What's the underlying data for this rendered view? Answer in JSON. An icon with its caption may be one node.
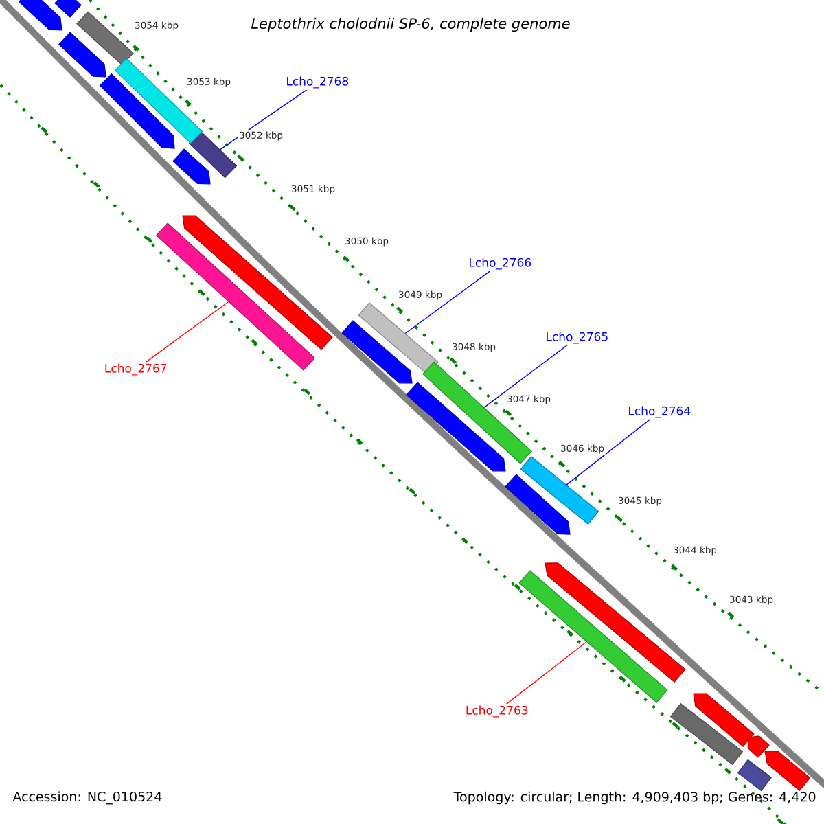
{
  "diagram": {
    "title": "Leptothrix cholodnii SP-6, complete genome",
    "nodes": [
      {
        "text": [
          "Lcho_2768"
        ]
      },
      {
        "text": [],
        "shape": "bar"
      },
      {
        "text": [
          "Lcho_2766"
        ]
      },
      {
        "text": [],
        "shape": "bar"
      },
      {
        "text": [
          "Lcho_2767"
        ]
      },
      {
        "text": [],
        "shape": "bar"
      },
      {
        "text": [
          "Lcho_2765"
        ]
      },
      {
        "text": [],
        "shape": "bar"
      },
      {
        "text": [
          "Lcho_2764"
        ]
      },
      {
        "text": [],
        "shape": "bar"
      },
      {
        "text": [
          "Lcho_2763"
        ]
      },
      {
        "text": [],
        "shape": "bar"
      },
      {
        "text": [],
        "shape": "bar"
      },
      {
        "text": [],
        "shape": "bar"
      },
      {
        "text": [],
        "shape": "bar"
      },
      {
        "text": [],
        "shape": "bar"
      },
      {
        "text": [],
        "shape": "bar"
      },
      {
        "text": [],
        "shape": "bar"
      },
      {
        "text": [],
        "shape": "bar"
      },
      {
        "text": [],
        "shape": "bar"
      },
      {
        "text": [],
        "shape": "bar"
      },
      {
        "text": [],
        "shape": "bar"
      },
      {
        "text": [],
        "shape": "bar"
      },
      {
        "text": [],
        "shape": "bar"
      },
      {
        "text": [],
        "shape": "bar"
      },
      {
        "text": [],
        "shape": "bar"
      },
      {
        "text": [],
        "shape": "bar"
      },
      {
        "text": [],
        "shape": "bar"
      },
      {
        "text": [],
        "shape": "bar"
      }
    ],
    "edges": [
      {
        "from": 0,
        "to": 1,
        "arrow": "none"
      },
      {
        "from": 2,
        "to": 3,
        "arrow": "none"
      },
      {
        "from": 4,
        "to": 5,
        "arrow": "none",
        "color": "#ff0000"
      },
      {
        "from": 6,
        "to": 7,
        "arrow": "none"
      },
      {
        "from": 8,
        "to": 9,
        "arrow": "none"
      },
      {
        "from": 10,
        "to": 11,
        "arrow": "none",
        "color": "#ff0000"
      }
    ],
    "labels": [
      "3054 kbp",
      "3053 kbp",
      "3052 kbp",
      "3051 kbp",
      "3050 kbp",
      "3049 kbp",
      "3048 kbp",
      "3047 kbp",
      "3046 kbp",
      "3045 kbp",
      "3044 kbp",
      "3043 kbp",
      "Accession: NC_010524",
      "Topology: circular; Length: 4,909,403 bp; Genes: 4,420"
    ]
  }
}
